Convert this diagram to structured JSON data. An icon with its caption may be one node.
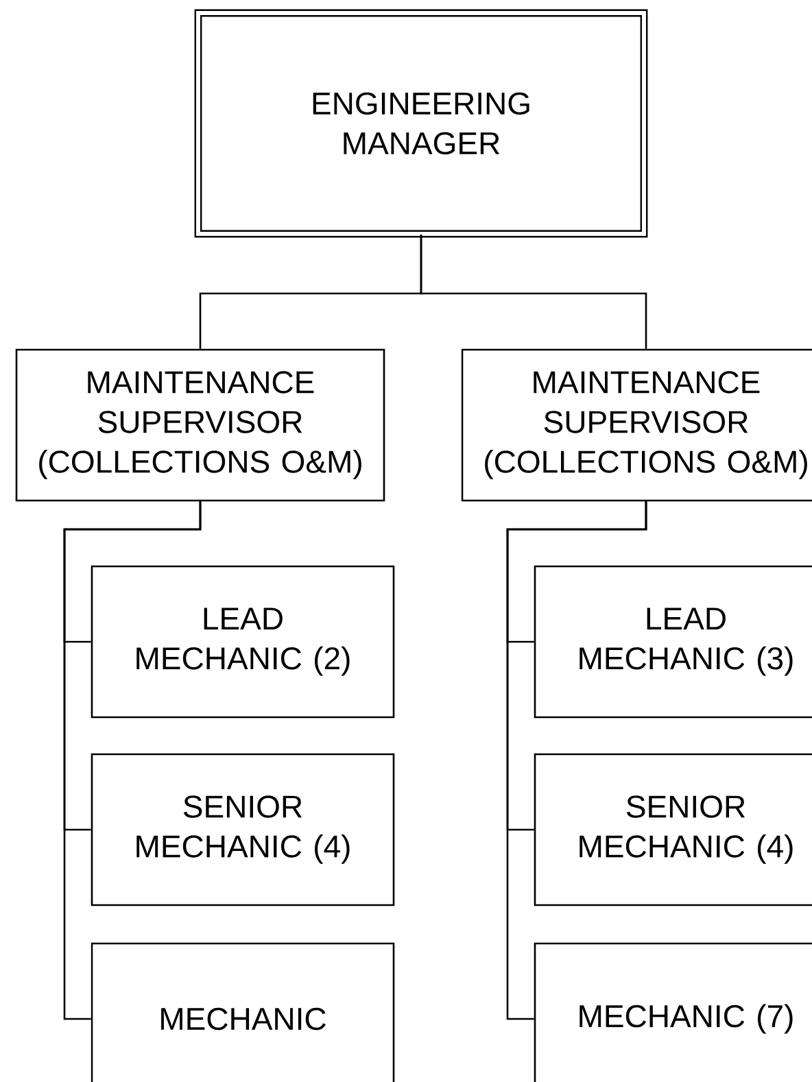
{
  "diagram": {
    "nodes": [
      {
        "text": [
          "ENGINEERING MANAGER"
        ]
      },
      {
        "text": [
          "MAINTENANCE SUPERVISOR (COLLECTIONS O&M)"
        ]
      },
      {
        "text": [
          "LEAD MECHANIC (2)"
        ]
      },
      {
        "text": [
          "SENIOR MECHANIC (4)"
        ]
      },
      {
        "text": [
          "MECHANIC"
        ]
      },
      {
        "text": [
          "MAINTENANCE SUPERVISOR (COLLECTIONS O&M)"
        ]
      },
      {
        "text": [
          "LEAD MECHANIC (3)"
        ]
      },
      {
        "text": [
          "SENIOR MECHANIC (4)"
        ]
      },
      {
        "text": [
          "MECHANIC (7)"
        ]
      }
    ],
    "edges": [
      {
        "from": 0,
        "to": 1,
        "arrow": "none"
      },
      {
        "from": 0,
        "to": 5,
        "arrow": "none"
      },
      {
        "from": 1,
        "to": 2,
        "arrow": "none"
      },
      {
        "from": 1,
        "to": 3,
        "arrow": "none"
      },
      {
        "from": 1,
        "to": 4,
        "arrow": "none"
      },
      {
        "from": 5,
        "to": 6,
        "arrow": "none"
      },
      {
        "from": 5,
        "to": 7,
        "arrow": "none"
      },
      {
        "from": 5,
        "to": 8,
        "arrow": "none"
      }
    ]
  }
}
